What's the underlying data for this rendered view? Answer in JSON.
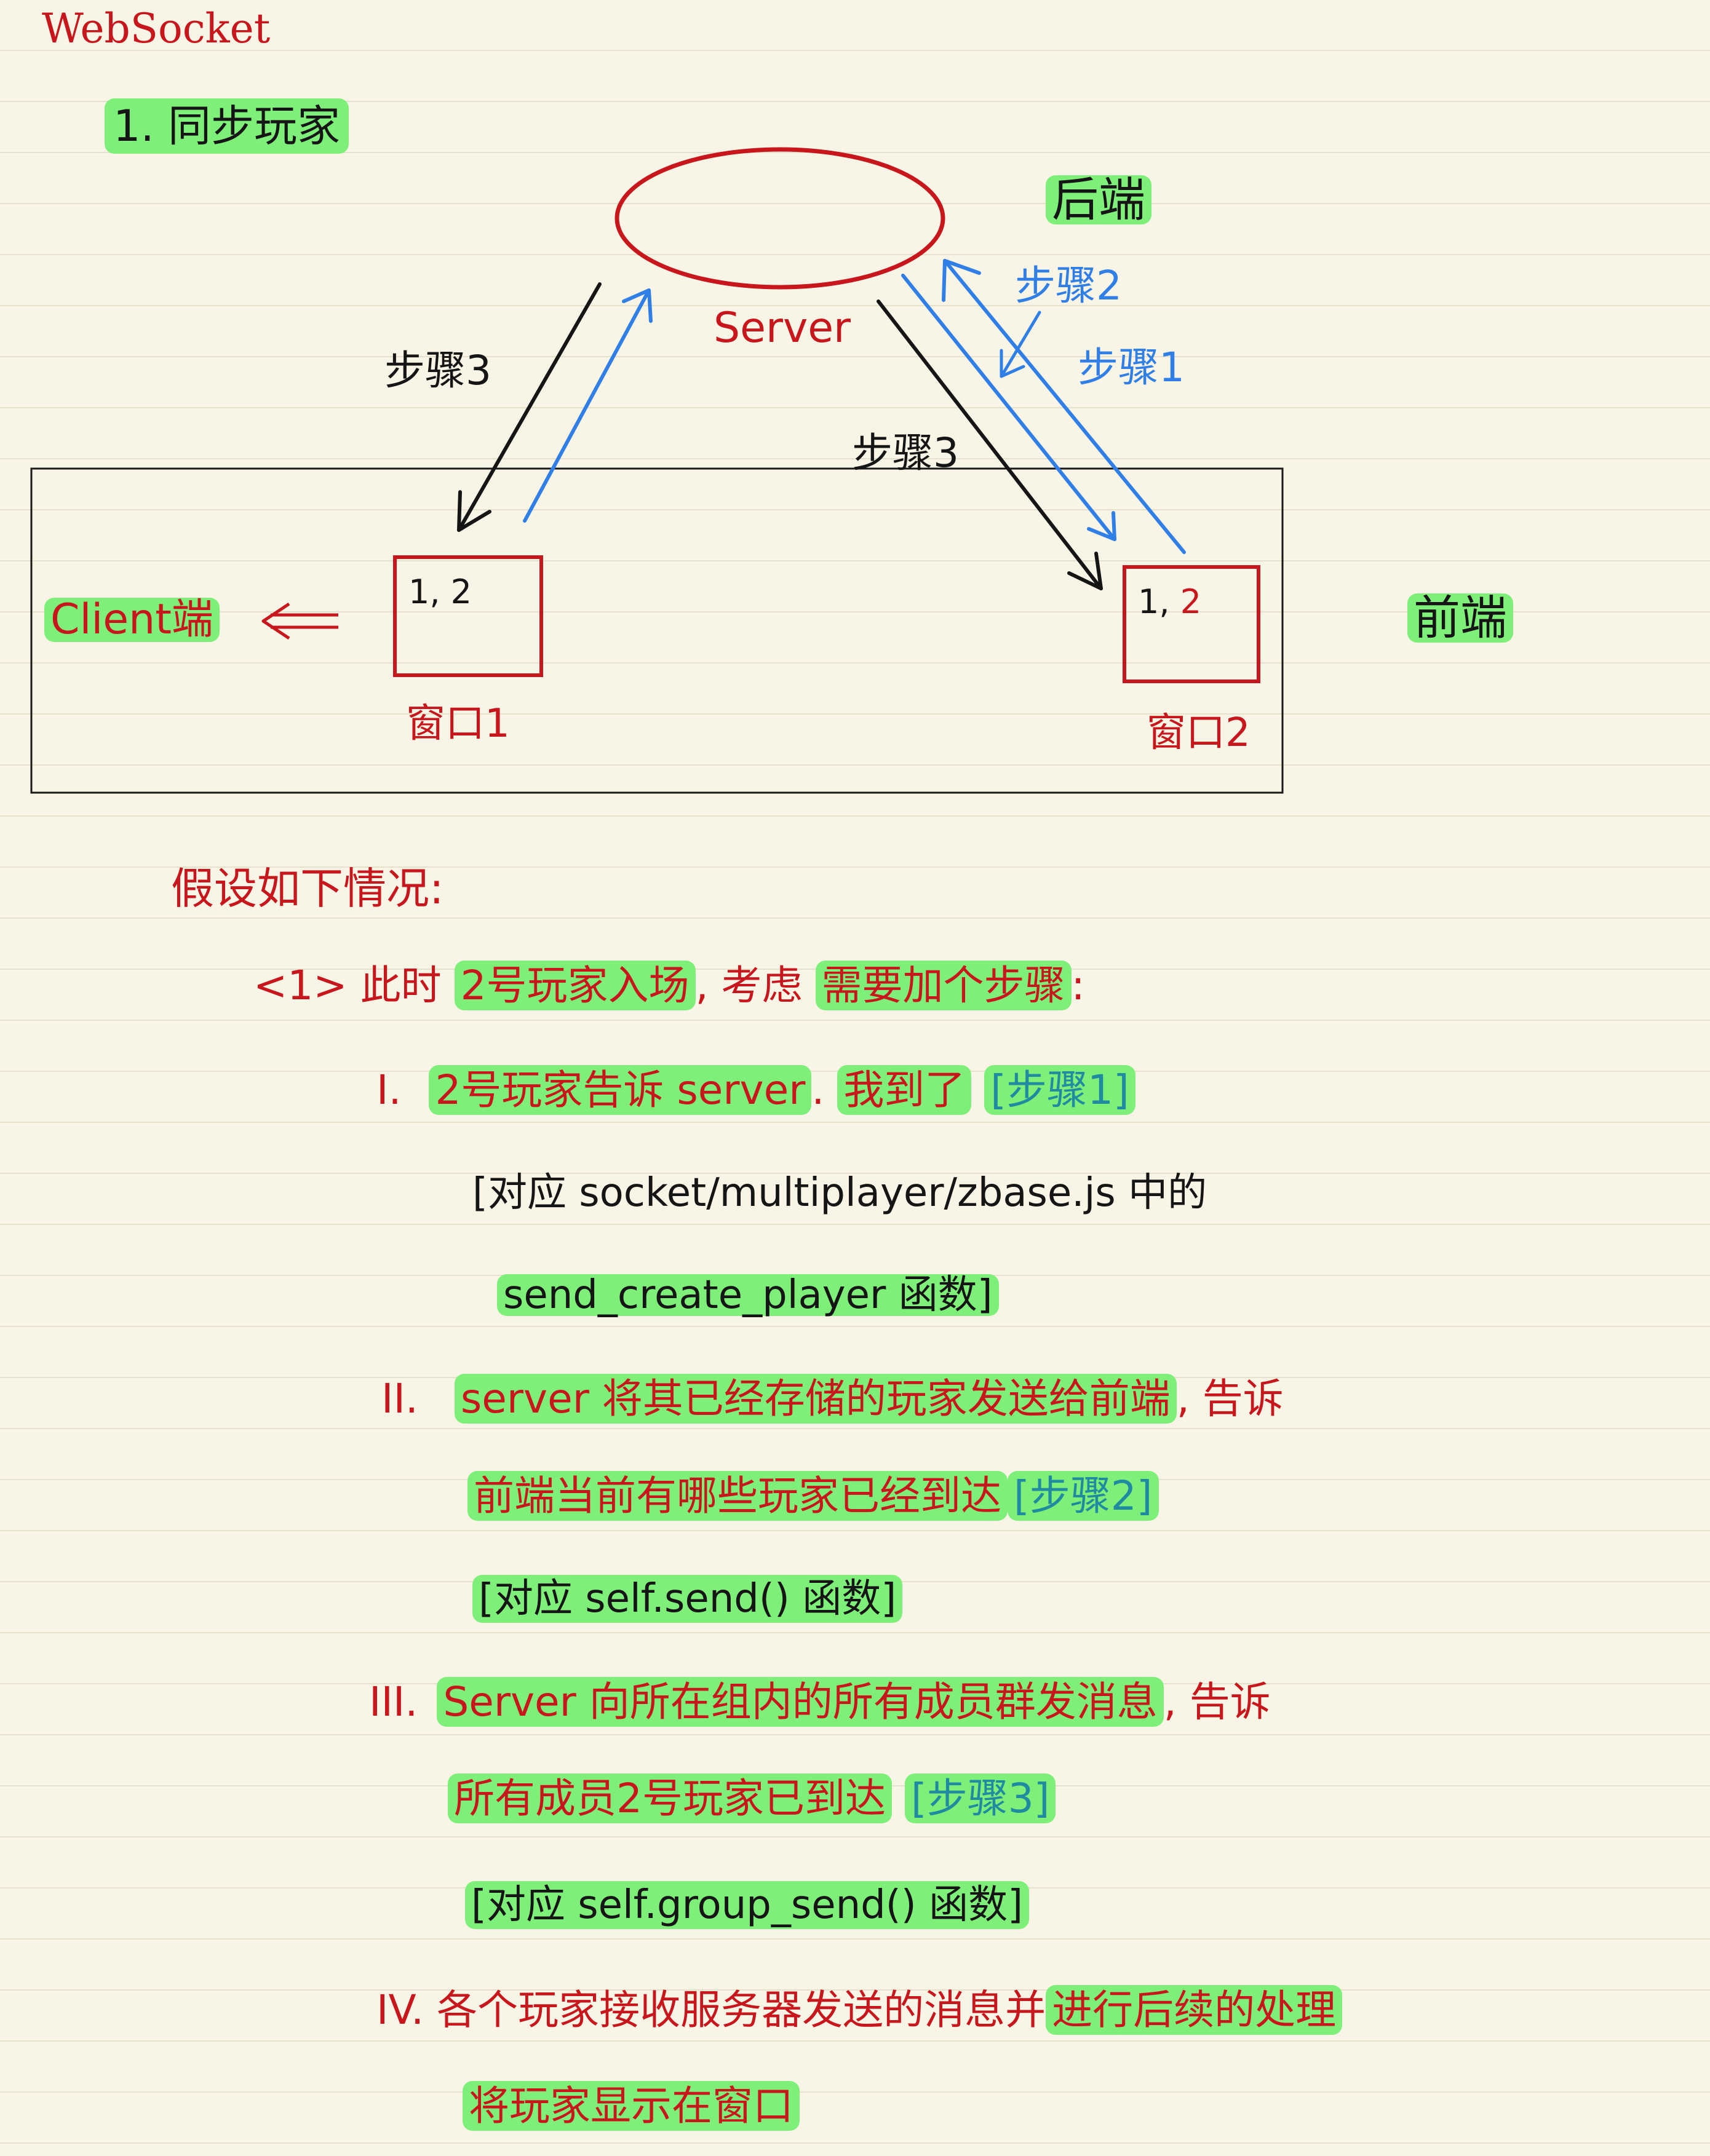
{
  "title": "WebSocket",
  "section": "1. 同步玩家",
  "diagram": {
    "server_label": "Server",
    "backend_label": "后端",
    "frontend_label": "前端",
    "client_label": "Client端",
    "client_arrow": "⇐",
    "window1_content": "1, 2",
    "window1_label": "窗口1",
    "window2_content_a": "1,",
    "window2_content_b": "2",
    "window2_label": "窗口2",
    "step_left": "步骤3",
    "step_mid": "步骤3",
    "step_blue_2": "步骤2",
    "step_blue_1": "步骤1"
  },
  "notes": {
    "intro": "假设如下情况:",
    "case_prefix": "<1> 此时",
    "case_hl1": "2号玩家入场",
    "case_mid": ", 考虑",
    "case_hl2": "需要加个步骤",
    "case_end": ":",
    "s1_num": "I.",
    "s1_hl": "2号玩家告诉 server",
    "s1_mid": ".",
    "s1_hl2": "我到了",
    "s1_step": "[步骤1]",
    "s1_ref1": "[对应 socket/multiplayer/zbase.js 中的",
    "s1_ref2": "send_create_player 函数]",
    "s2_num": "II.",
    "s2_hl1": "server 将其已经存储的玩家发送给前端",
    "s2_tail": ", 告诉",
    "s2_hl2": "前端当前有哪些玩家已经到达",
    "s2_step": "[步骤2]",
    "s2_ref": "[对应 self.send() 函数]",
    "s3_num": "III.",
    "s3_hl1": "Server 向所在组内的所有成员群发消息",
    "s3_tail": ", 告诉",
    "s3_hl2": "所有成员2号玩家已到达",
    "s3_step": "[步骤3]",
    "s3_ref": "[对应 self.group_send() 函数]",
    "s4_num": "IV.",
    "s4_text": "各个玩家接收服务器发送的消息并",
    "s4_hl": "进行后续的处理",
    "s4_hl2": "将玩家显示在窗口"
  }
}
